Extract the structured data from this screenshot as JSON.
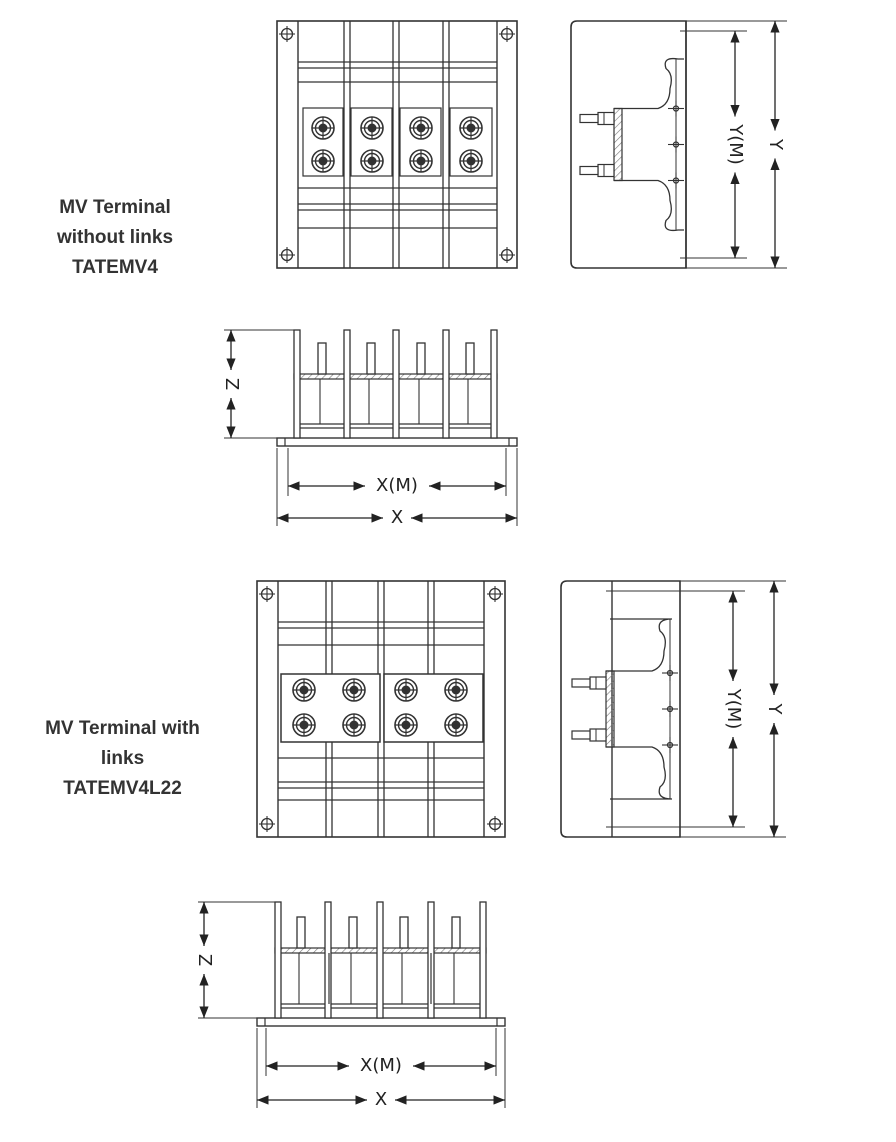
{
  "sections": [
    {
      "caption": [
        "MV Terminal",
        "without links",
        "TATEMV4"
      ],
      "front_labels": {
        "xm": "X(M)",
        "x": "X",
        "z": "Z"
      },
      "side_labels": {
        "ym": "Y(M)",
        "y": "Y"
      }
    },
    {
      "caption": [
        "MV Terminal with",
        "links",
        "TATEMV4L22"
      ],
      "front_labels": {
        "xm": "X(M)",
        "x": "X",
        "z": "Z"
      },
      "side_labels": {
        "ym": "Y(M)",
        "y": "Y"
      }
    }
  ],
  "colors": {
    "line": "#333333",
    "hatch": "#777777",
    "background": "#ffffff"
  }
}
